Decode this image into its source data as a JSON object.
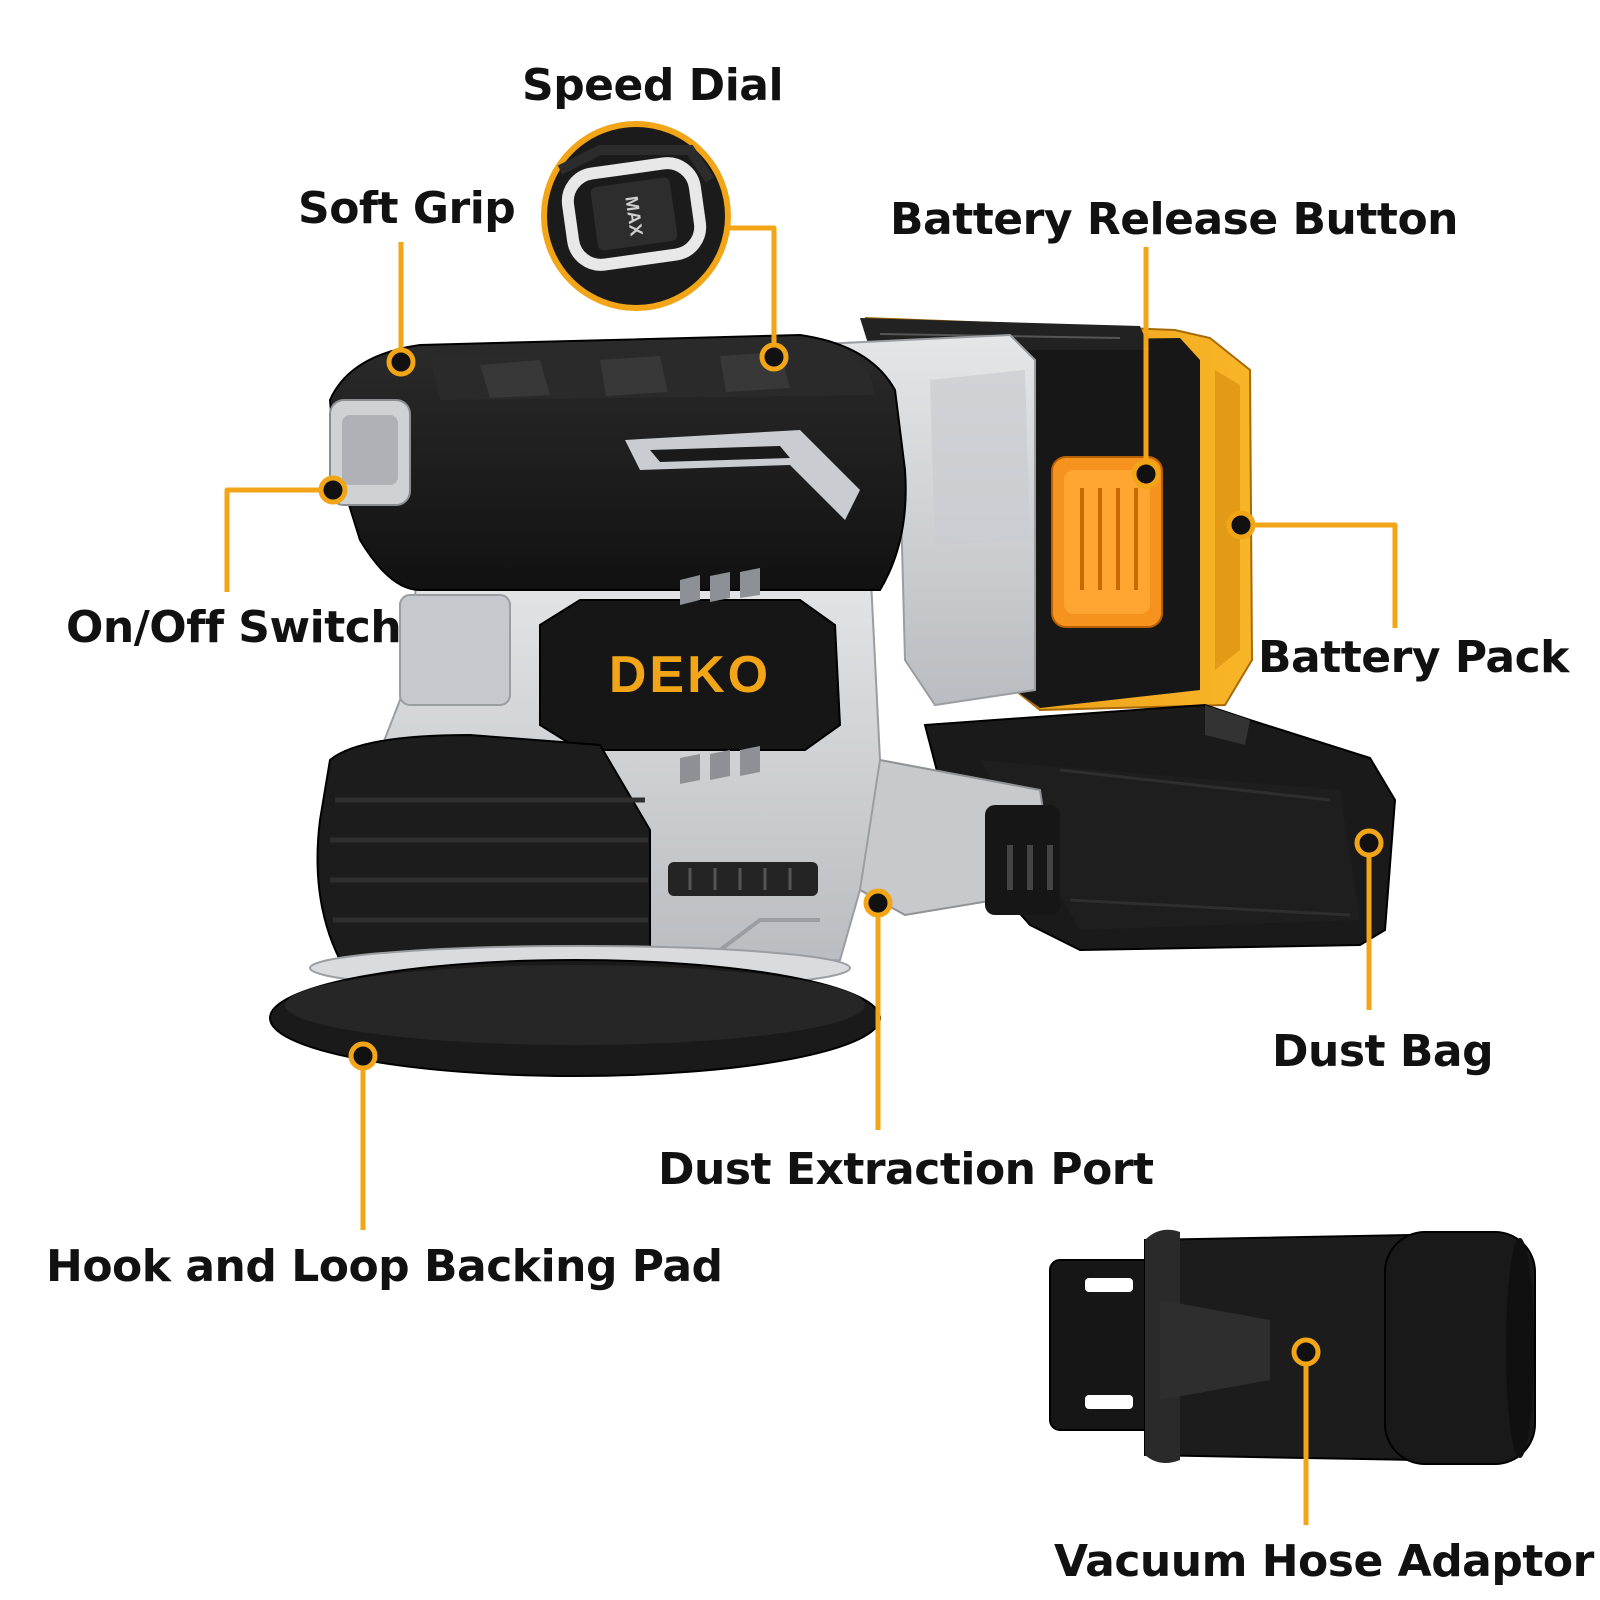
{
  "colors": {
    "accent": "#f2a516",
    "dot": "#111111",
    "text": "#111111",
    "body_dark": "#1c1c1c",
    "body_grey": "#d4d6d8",
    "battery_yellow": "#f4a81b",
    "latch_orange": "#f6921e"
  },
  "brand": {
    "logo_text": "DEKO"
  },
  "dial": {
    "marking": "MAX"
  },
  "callouts": {
    "speed_dial": "Speed Dial",
    "soft_grip": "Soft Grip",
    "battery_release_button": "Battery Release Button",
    "on_off_switch": "On/Off Switch",
    "battery_pack": "Battery Pack",
    "dust_bag": "Dust Bag",
    "dust_extraction_port": "Dust Extraction Port",
    "hook_and_loop_backing_pad": "Hook and Loop Backing Pad",
    "vacuum_hose_adaptor": "Vacuum Hose Adaptor"
  }
}
